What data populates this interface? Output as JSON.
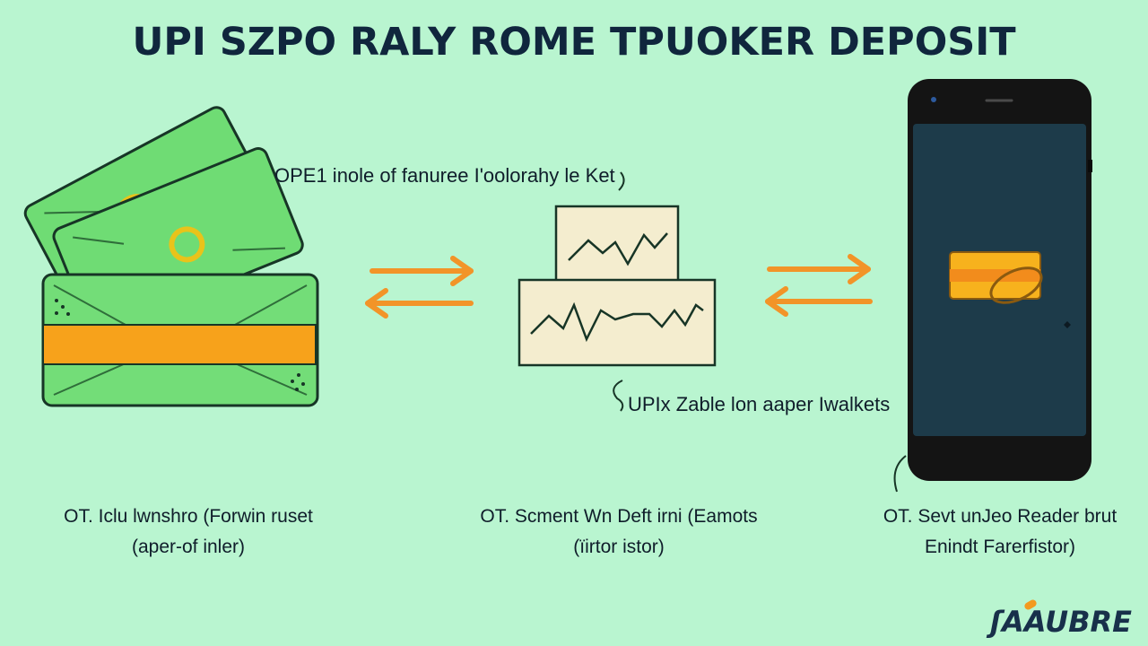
{
  "title": "UPI SZPO RALY ROME TPUOKER DEPOSIT",
  "callouts": {
    "top": "OPE1 inole of fanuree I'oolorahy le Ket",
    "bottom": "UPIx Zable lon aaper Iwalkets"
  },
  "steps": [
    {
      "line1": "OT. Iclu lwnshro (Forwin ruset",
      "line2": "(aper-of inler)"
    },
    {
      "line1": "OT. Scment Wn Deft irni (Eamots",
      "line2": "(ïirtor istor)"
    },
    {
      "line1": "OT. Sevt unJeo Reader brut",
      "line2": "Enindt Farerfistor)"
    }
  ],
  "brand": "ʃAAUBRE",
  "colors": {
    "background": "#b9f5d0",
    "card_green": "#6fdc74",
    "stripe_orange": "#f7a21b",
    "arrow_orange": "#f29428",
    "paper": "#f4edcf",
    "phone_body": "#141414",
    "phone_screen": "#1d3b4a",
    "title": "#10263d"
  },
  "icons": [
    "cash-stack-icon",
    "document-chart-icon",
    "smartphone-icon",
    "exchange-arrows-icon"
  ]
}
